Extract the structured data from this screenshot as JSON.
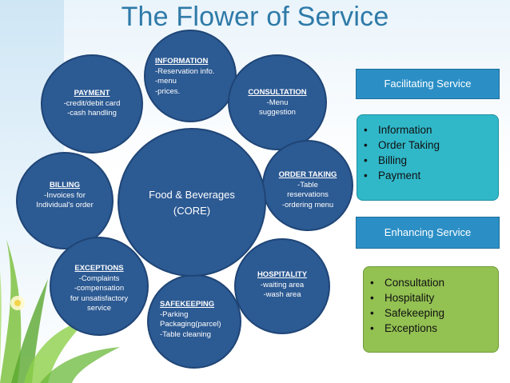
{
  "title": "The Flower of Service",
  "core": {
    "line1": "Food & Beverages",
    "line2": "(CORE)"
  },
  "petals": {
    "information": {
      "head": "INFORMATION",
      "lines": [
        "-Reservation info.",
        "-menu",
        "-prices."
      ]
    },
    "consultation": {
      "head": "CONSULTATION",
      "lines": [
        "-Menu",
        "suggestion"
      ]
    },
    "order_taking": {
      "head": "ORDER TAKING",
      "lines": [
        "-Table",
        "reservations",
        "-ordering menu"
      ]
    },
    "hospitality": {
      "head": "HOSPITALITY",
      "lines": [
        "-waiting area",
        "-wash area"
      ]
    },
    "safekeeping": {
      "head": "SAFEKEEPING",
      "lines": [
        "-Parking",
        "Packaging(parcel)",
        "-Table cleaning"
      ]
    },
    "exceptions": {
      "head": "EXCEPTIONS",
      "lines": [
        "-Complaints",
        "-compensation",
        "for unsatisfactory",
        "service"
      ]
    },
    "billing": {
      "head": "BILLING",
      "lines": [
        "-Invoices for",
        "Individual's order"
      ]
    },
    "payment": {
      "head": "PAYMENT",
      "lines": [
        "-credit/debit card",
        "-cash handling"
      ]
    }
  },
  "facilitating": {
    "header": "Facilitating Service",
    "items": [
      "Information",
      "Order Taking",
      "Billing",
      "Payment"
    ],
    "color": "#30b8c9"
  },
  "enhancing": {
    "header": "Enhancing Service",
    "items": [
      "Consultation",
      "Hospitality",
      "Safekeeping",
      "Exceptions"
    ],
    "color": "#93c152"
  },
  "colors": {
    "petal": "#2c5a93",
    "header_box": "#2b8fc6",
    "title": "#2e7aa8"
  }
}
